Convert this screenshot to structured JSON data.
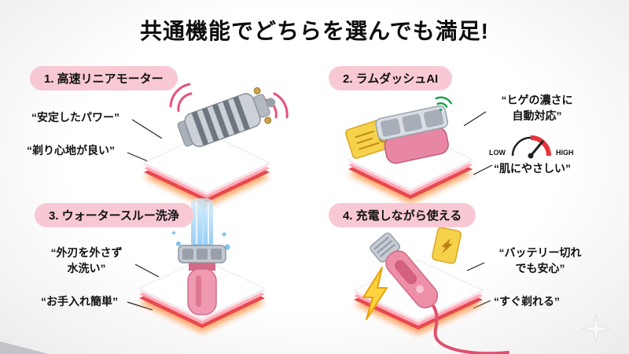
{
  "title": "共通機能でどちらを選んでも満足!",
  "sections": [
    {
      "label": "1. 高速リニアモーター",
      "callouts": [
        "“安定したパワー”",
        "“剃り心地が良い”"
      ]
    },
    {
      "label": "2. ラムダッシュAI",
      "callouts": [
        "“ヒゲの濃さに\n自動対応”",
        "“肌にやさしい”"
      ]
    },
    {
      "label": "3. ウォータースルー洗浄",
      "callouts": [
        "“外刃を外さず\n水洗い”",
        "“お手入れ簡単”"
      ]
    },
    {
      "label": "4. 充電しながら使える",
      "callouts": [
        "“バッテリー切れ\nでも安心”",
        "“すぐ剃れる”"
      ]
    }
  ],
  "gauge": {
    "low": "LOW",
    "high": "HIGH"
  },
  "colors": {
    "pill_bg": "#f8c9d4",
    "platform_top": "#ffffff",
    "platform_pink": "#ffaab8",
    "platform_red": "#e8494f",
    "platform_glow": "#ff9140",
    "shaver_pink": "#ee8fa8",
    "accent_yellow": "#f6d24b",
    "water_blue": "#7cc4f0",
    "gauge_red": "#e8333a",
    "vibration_pink": "#e8527a",
    "sensor_green": "#18a351"
  }
}
